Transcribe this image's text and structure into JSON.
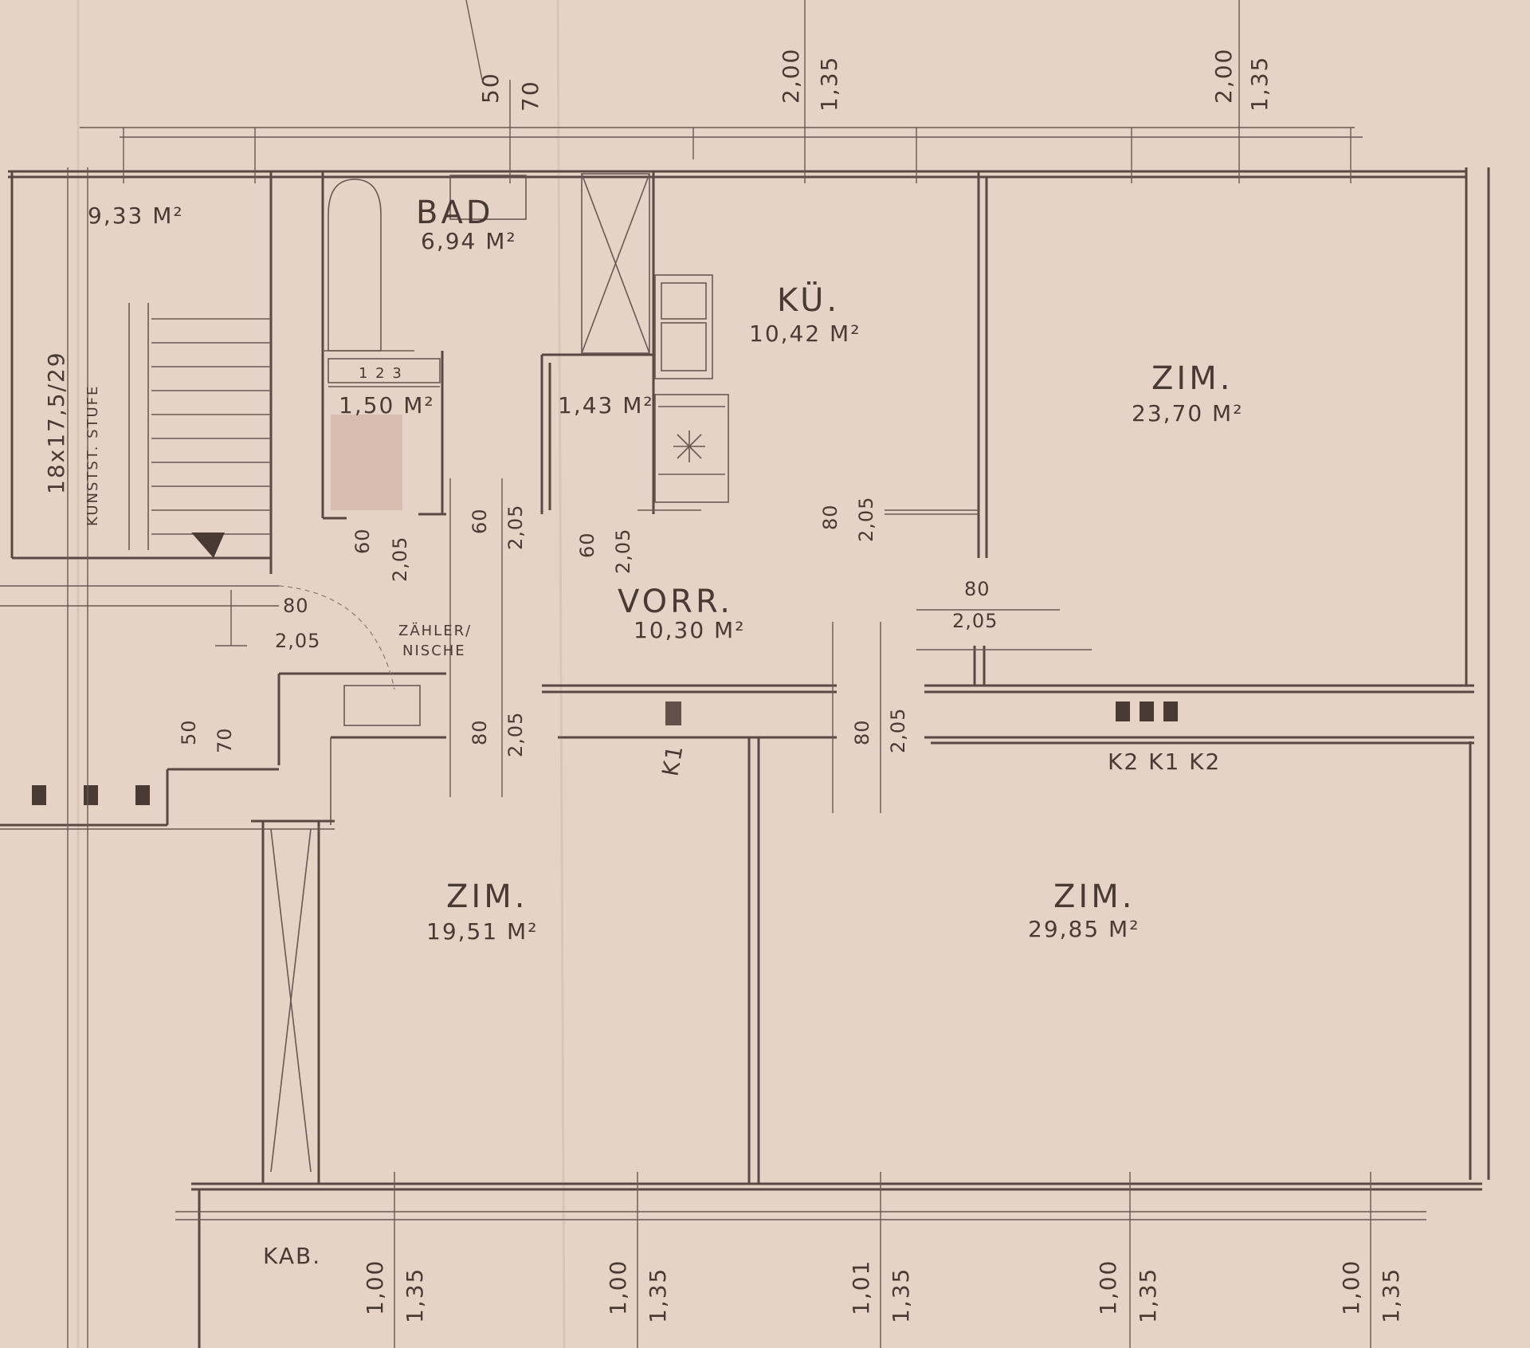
{
  "labels": {
    "stair_area": "9,33 M²",
    "stair_spec": "18x17,5/29",
    "stair_material": "KUNSTST. STUFE",
    "bad": "BAD",
    "bad_area": "6,94 M²",
    "wc_numbers": "1 2 3",
    "wc_area": "1,50 M²",
    "storage_area": "1,43 M²",
    "kueche": "KÜ.",
    "kueche_area": "10,42 M²",
    "zim_ne": "ZIM.",
    "zim_ne_area": "23,70 M²",
    "vorr": "VORR.",
    "vorr_area": "10,30 M²",
    "zaehler": "ZÄHLER/",
    "nische": "NISCHE",
    "zim_sw": "ZIM.",
    "zim_sw_area": "19,51 M²",
    "zim_se": "ZIM.",
    "zim_se_area": "29,85 M²",
    "k1": "K1",
    "k_group": "K2 K1 K2",
    "kab": "KAB."
  },
  "dims": {
    "top_50": "50",
    "top_70": "70",
    "top_200_a": "2,00",
    "top_135_a": "1,35",
    "top_200_b": "2,00",
    "top_135_b": "1,35",
    "d60_a": "60",
    "d205_a": "2,05",
    "d60_b": "60",
    "d205_b": "2,05",
    "d60_c": "60",
    "d205_c": "2,05",
    "d80_kue": "80",
    "d205_kue": "2,05",
    "d80_entry": "80",
    "d205_entry": "2,05",
    "d80_zim": "80",
    "d205_zim": "2,05",
    "d80_sw": "80",
    "d205_sw": "2,05",
    "d80_se": "80",
    "d205_se": "2,05",
    "d50_left": "50",
    "d70_left": "70",
    "b100_a": "1,00",
    "b135_a": "1,35",
    "b100_b": "1,00",
    "b135_b": "1,35",
    "b101_c": "1,01",
    "b135_c": "1,35",
    "b100_d": "1,00",
    "b135_d": "1,35",
    "b100_e": "1,00",
    "b135_e": "1,35"
  }
}
